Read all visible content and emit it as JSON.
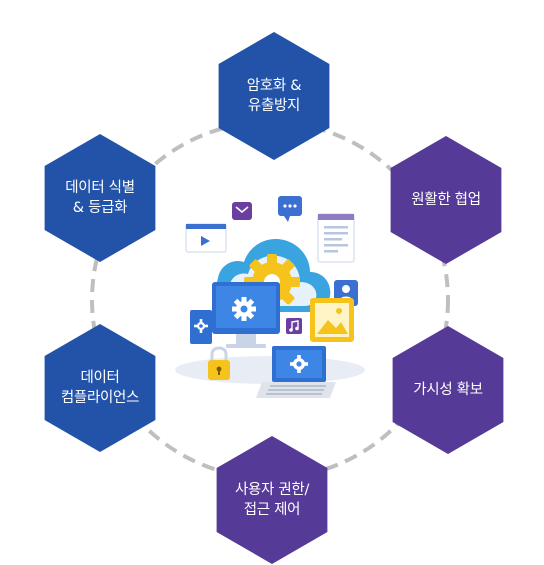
{
  "colors": {
    "blue_hex": "#2253a8",
    "purple_hex": "#553a97",
    "dashed_ring": "#bfbfbf"
  },
  "nodes": [
    {
      "id": "encryption",
      "lines": [
        "암호화 &",
        "유출방지"
      ],
      "color": "blue"
    },
    {
      "id": "collaboration",
      "lines": [
        "원활한 협업"
      ],
      "color": "purple"
    },
    {
      "id": "visibility",
      "lines": [
        "가시성 확보"
      ],
      "color": "purple"
    },
    {
      "id": "access-control",
      "lines": [
        "사용자 권한/",
        "접근 제어"
      ],
      "color": "purple"
    },
    {
      "id": "compliance",
      "lines": [
        "데이터",
        "컴플라이언스"
      ],
      "color": "blue"
    },
    {
      "id": "classification",
      "lines": [
        "데이터 식별",
        "& 등급화"
      ],
      "color": "blue"
    }
  ],
  "center_illustration": {
    "icons": [
      "cloud-icon",
      "gear-icon",
      "monitor-icon",
      "laptop-icon",
      "padlock-icon",
      "mail-icon",
      "chat-icon",
      "document-icon",
      "user-icon",
      "music-icon",
      "image-icon",
      "video-player-icon"
    ]
  }
}
